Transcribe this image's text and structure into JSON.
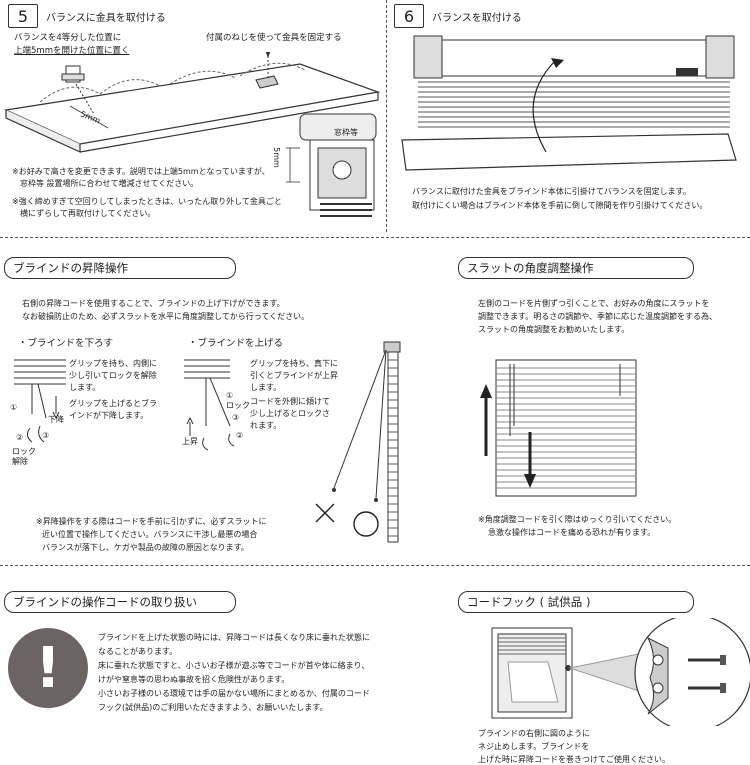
{
  "step5": {
    "num": "5",
    "title": "バランスに金具を取付ける",
    "note_pos_line1": "バランスを4等分した位置に",
    "note_pos_line2": "上端5mmを開けた位置に置く",
    "note_screw": "付属のねじを使って金具を固定する",
    "dim_5mm": "5mm",
    "dim_5mm_side": "5mm",
    "frame_label": "窓枠等",
    "memo1_line1": "※お好みで高さを変更できます。説明では上端5mmとなっていますが、",
    "memo1_line2": "窓枠等 設置場所に合わせて増減させてください。",
    "memo2_line1": "※強く締めすぎて空回りしてしまったときは、いったん取り外して金具ごと",
    "memo2_line2": "横にずらして再取付けしてください。"
  },
  "step6": {
    "num": "6",
    "title": "バランスを取付ける",
    "desc_line1": "バランスに取付けた金具をブラインド本体に引掛けてバランスを固定します。",
    "desc_line2": "取付けにくい場合はブラインド本体を手前に倒して隙間を作り引掛けてください。"
  },
  "lift": {
    "header": "ブラインドの昇降操作",
    "intro_line1": "右側の昇降コードを使用することで、ブラインドの上げ下げができます。",
    "intro_line2": "なお破損防止のため、必ずスラットを水平に角度調整してから行ってください。",
    "lower_title": "・ブラインドを下ろす",
    "lower_line1": "グリップを持ち、内側に",
    "lower_line2": "少し引いてロックを解除",
    "lower_line3": "します。",
    "lower_line4": "グリップを上げるとブラ",
    "lower_line5": "インドが下降します。",
    "lower_lbl_down": "下降",
    "lower_lbl_lock": "ロック",
    "lower_lbl_release": "解除",
    "raise_title": "・ブラインドを上げる",
    "raise_line1": "グリップを持ち、真下に",
    "raise_line2": "引くとブラインドが上昇",
    "raise_line3": "します。",
    "raise_line4": "コードを外側に傾けて",
    "raise_line5": "少し上げるとロックさ",
    "raise_line6": "れます。",
    "raise_lbl_lock": "ロック",
    "raise_lbl_up": "上昇",
    "num1": "①",
    "num2": "②",
    "num3": "③",
    "caution_line1": "※昇降操作をする際はコードを手前に引かずに、必ずスラットに",
    "caution_line2": "近い位置で操作してください。バランスに干渉し最悪の場合",
    "caution_line3": "バランスが落下し、ケガや製品の故障の原因となります。"
  },
  "slat": {
    "header": "スラットの角度調整操作",
    "line1": "左側のコードを片側ずつ引くことで、お好みの角度にスラットを",
    "line2": "調整できます。明るさの調節や、季節に応じた温度調節をする為、",
    "line3": "スラットの角度調整をお勧めいたします。",
    "note_line1": "※角度調整コードを引く際はゆっくり引いてください。",
    "note_line2": "急激な操作はコードを痛める恐れが有ります。"
  },
  "cord": {
    "header": "ブラインドの操作コードの取り扱い",
    "line1": "ブラインドを上げた状態の時には、昇降コードは長くなり床に垂れた状態に",
    "line2": "なることがあります。",
    "line3": "床に垂れた状態ですと、小さいお子様が遊ぶ等でコードが首や体に絡まり、",
    "line4": "けがや窒息等の思わぬ事故を招く危険性があります。",
    "line5": "小さいお子様のいる環境では手の届かない場所にまとめるか、付属のコード",
    "line6": "フック(試供品)のご利用いただきますよう、お願いいたします。"
  },
  "hook": {
    "header": "コードフック ( 試供品 )",
    "line1": "ブラインドの右側に図のように",
    "line2": "ネジ止めします。ブラインドを",
    "line3": "上げた時に昇降コードを巻きつけてご使用ください。"
  },
  "colors": {
    "ink": "#222222",
    "warn_gray": "#6b6463"
  }
}
